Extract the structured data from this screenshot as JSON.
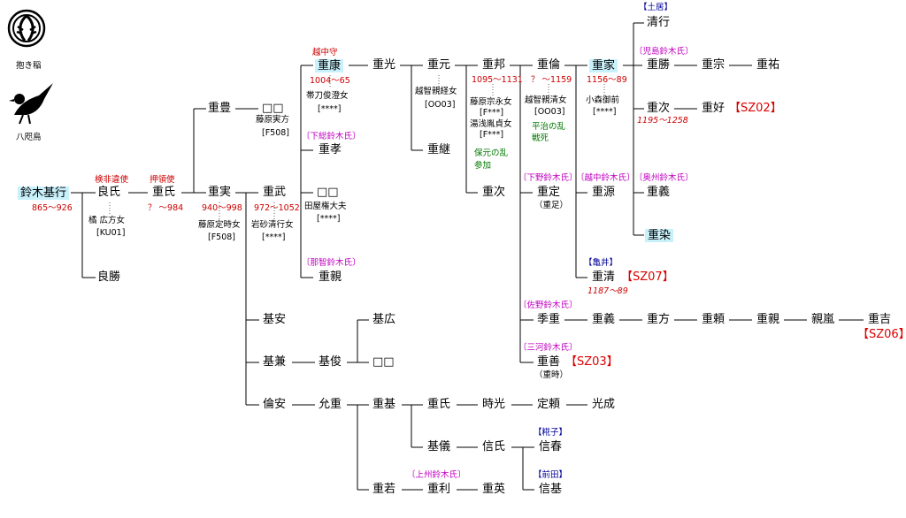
{
  "crests": {
    "c1": "抱き稲",
    "c2": "八咫烏"
  },
  "persons": {
    "motoyuki": "鈴木基行",
    "yoshiuji": "良氏",
    "yoshikatsu": "良勝",
    "shigeuji": "重氏",
    "shigezane": "重実",
    "shigetoyo": "重豊",
    "kuku1": "□□",
    "shigetake": "重武",
    "shigeyasu": "重康",
    "shigetaka": "重孝",
    "kuku2": "□□",
    "shigechika": "重親",
    "shigemitsu": "重光",
    "shigemoto": "重元",
    "shigetsugu": "重継",
    "shigekuni": "重邦",
    "shigetsugu2": "重次",
    "shigetomo": "重倫",
    "shigesada": "重定",
    "shigeie": "重家",
    "shigemoto2": "重源",
    "shigekiyo": "重清",
    "kiyoyuki": "清行",
    "shigekatsu": "重勝",
    "shigetsugu3": "重次",
    "shigeyoshi": "重義",
    "shigesome": "重染",
    "shigemune": "重宗",
    "shigehiro": "重祐",
    "shigeyoshi2": "重好",
    "motoyasu": "基安",
    "motokane": "基兼",
    "motoshun": "基俊",
    "motohiro": "基広",
    "kuku3": "□□",
    "tomoyasu": "倫安",
    "masashige": "允重",
    "shigemoto3": "重基",
    "shigewaka": "重若",
    "shigeuji2": "重氏",
    "tokimitsu": "時光",
    "sadayori": "定頼",
    "mitsunari": "光成",
    "motonori": "基儀",
    "nobuuji": "信氏",
    "nobuharu": "信春",
    "nobumoto": "信基",
    "shigetoshi": "重利",
    "shigehide": "重英",
    "suesige": "季重",
    "shigeyoshi3": "重義",
    "shigekata": "重方",
    "shigeyori": "重頼",
    "shigechika2": "重親",
    "chikaarashi": "親嵐",
    "shigeyoshi4": "重吉",
    "shigemune2": "重善"
  },
  "notes": {
    "motoyuki_dates": "865〜926",
    "yoshiuji_title": "検非違使",
    "yoshiuji_wife": "橘 広方女",
    "yoshiuji_code": "[KU01]",
    "shigeuji_title": "押領使",
    "shigeuji_dates": "？ 〜984",
    "shigezane_dates": "940〜998",
    "shigezane_wife": "藤原定時女",
    "shigezane_code": "[F508]",
    "kuku1_wife": "藤原実方",
    "kuku1_code": "[F508]",
    "shigetake_dates": "972〜1052",
    "shigetake_wife": "岩砂清行女",
    "shigetake_code": "[****]",
    "shigeyasu_title": "越中守",
    "shigeyasu_dates": "1004〜65",
    "shigeyasu_wife": "帯刀俊澄女",
    "shigeyasu_code": "[****]",
    "kuku2_wife": "田屋権大夫",
    "kuku2_code": "[****]",
    "shigemoto_wife": "越智親経女",
    "shigemoto_code": "[OO03]",
    "shigekuni_dates": "1095〜1131",
    "shigekuni_wife1": "藤原宗永女",
    "shigekuni_code1": "[F***]",
    "shigekuni_wife2": "湯浅胤貞女",
    "shigekuni_code2": "[F***]",
    "hogen": "保元の乱",
    "hogen2": "参加",
    "shigetomo_dates": "？ 〜1159",
    "shigetomo_wife": "越智親清女",
    "shigetomo_code": "[OO03]",
    "heiji": "平治の乱",
    "heiji2": "戦死",
    "shigeie_dates": "1156〜89",
    "shigeie_wife": "小森御前",
    "shigeie_code": "[****]",
    "shigesada_alias": "（重足）",
    "shigekiyo_dates": "1187〜89",
    "shigetsugu3_dates": "1195〜1258",
    "shigemune2_alias": "（重時）"
  },
  "clans": {
    "shimousa": "〔下総鈴木氏〕",
    "nachi": "〔那智鈴木氏〕",
    "shimotsuke": "〔下野鈴木氏〕",
    "ecchu": "〔越中鈴木氏〕",
    "oshu": "〔奥州鈴木氏〕",
    "kojima": "〔児島鈴木氏〕",
    "sano": "〔佐野鈴木氏〕",
    "mikawa": "〔三河鈴木氏〕",
    "joshu": "〔上州鈴木氏〕",
    "doi": "【土居】",
    "kamei": "【亀井】",
    "kago": "【糀子】",
    "maeda": "【前田】"
  },
  "refs": {
    "sz02": "【SZ02】",
    "sz07": "【SZ07】",
    "sz06": "【SZ06】",
    "sz03": "【SZ03】"
  }
}
